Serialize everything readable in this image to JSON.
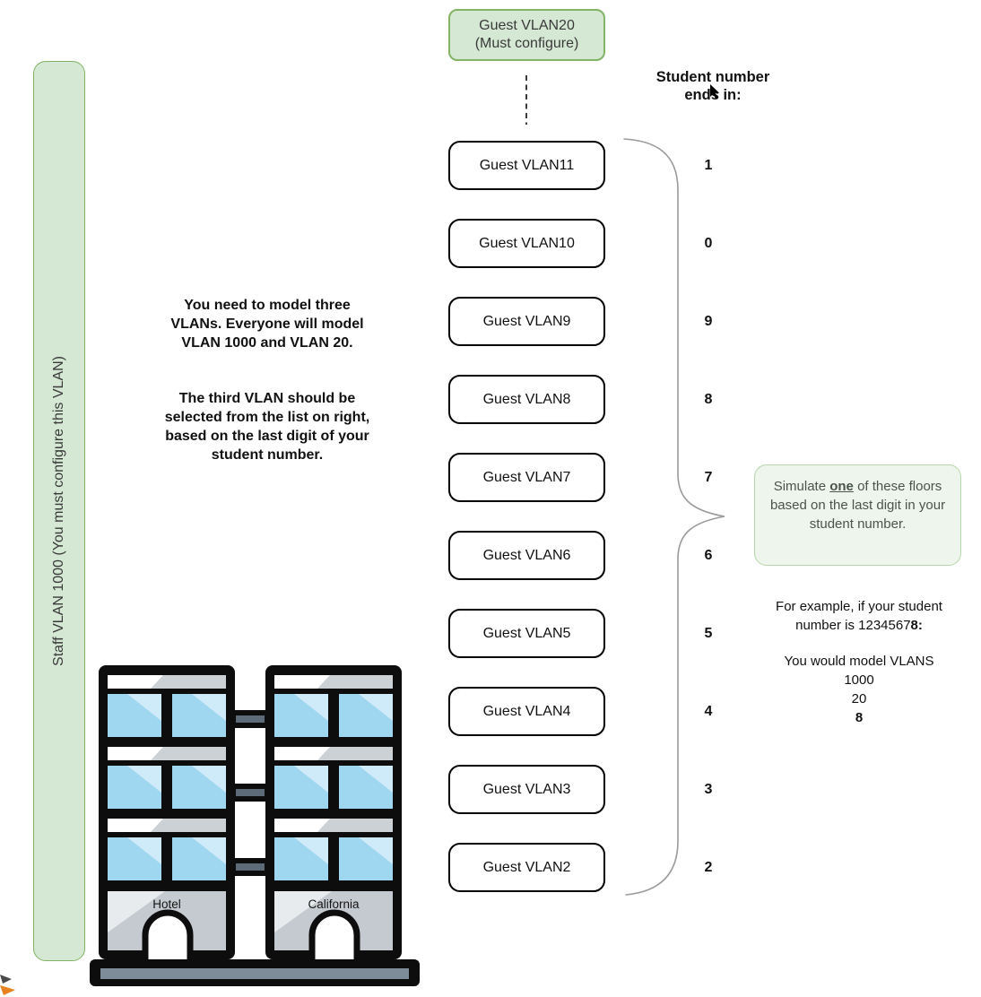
{
  "top_box": {
    "line1": "Guest VLAN20",
    "line2": "(Must configure)"
  },
  "left_bar": {
    "label": "Staff VLAN 1000 (You must configure this VLAN)"
  },
  "instructions": {
    "para1_lines": [
      "You need to model three",
      "VLANs.  Everyone will model",
      "VLAN 1000 and VLAN 20."
    ],
    "para2_lines": [
      "The third VLAN should be",
      "selected from the list on right,",
      "based on the last digit of your",
      "student number."
    ]
  },
  "column_header": {
    "line1": "Student number",
    "line2": "ends in:"
  },
  "vlan_list": [
    {
      "label": "Guest VLAN11",
      "digit": "1"
    },
    {
      "label": "Guest VLAN10",
      "digit": "0"
    },
    {
      "label": "Guest VLAN9",
      "digit": "9"
    },
    {
      "label": "Guest VLAN8",
      "digit": "8"
    },
    {
      "label": "Guest VLAN7",
      "digit": "7"
    },
    {
      "label": "Guest VLAN6",
      "digit": "6"
    },
    {
      "label": "Guest VLAN5",
      "digit": "5"
    },
    {
      "label": "Guest VLAN4",
      "digit": "4"
    },
    {
      "label": "Guest VLAN3",
      "digit": "3"
    },
    {
      "label": "Guest VLAN2",
      "digit": "2"
    }
  ],
  "simulate_note": {
    "pre": "Simulate ",
    "emph": "one",
    "post": " of these floors based on the last digit in your student number."
  },
  "example": {
    "line1": "For example, if your student",
    "line2_pre": "number is 1234567",
    "line2_bold": "8:",
    "line3": "You would model VLANS",
    "line4": "1000",
    "line5": "20",
    "line6_bold": "8"
  },
  "building": {
    "left_label": "Hotel",
    "right_label": "California"
  },
  "icons": [
    "mouse-cursor-icon",
    "clipped-cursor-icon",
    "building-illustration"
  ],
  "colors": {
    "green_fill": "#d5e8d4",
    "green_border": "#82b366",
    "note_fill": "#edf5ec",
    "note_border": "#b5d6ab",
    "note_text": "#49544b",
    "box_border": "#000000",
    "brace": "#9b9b9b",
    "window_blue": "#9fd6f0",
    "window_shine": "#cfeaf8",
    "slate": "#5d6b79",
    "ground_gray": "#c5cad0",
    "cursor_orange": "#e8821e"
  }
}
